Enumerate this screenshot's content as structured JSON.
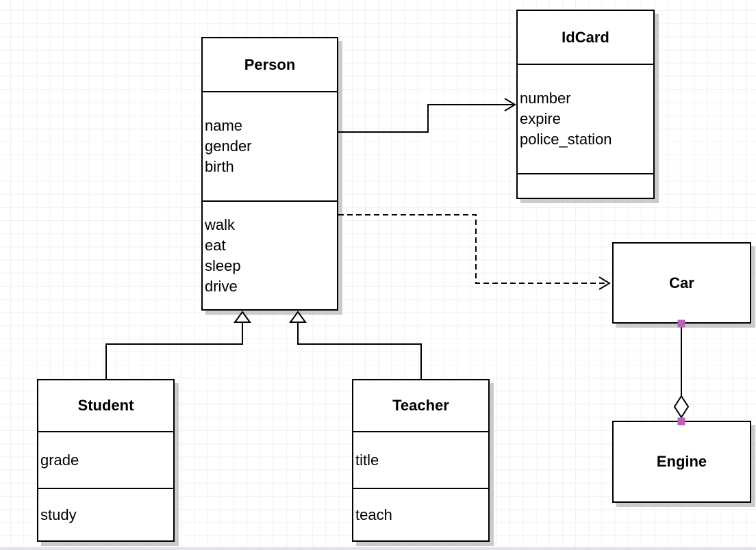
{
  "diagram": {
    "type": "uml-class-diagram",
    "classes": {
      "person": {
        "name": "Person",
        "attributes": [
          "name",
          "gender",
          "birth"
        ],
        "methods": [
          "walk",
          "eat",
          "sleep",
          "drive"
        ]
      },
      "idcard": {
        "name": "IdCard",
        "attributes": [
          "number",
          "expire",
          "police_station"
        ],
        "methods": []
      },
      "car": {
        "name": "Car",
        "attributes": [],
        "methods": []
      },
      "engine": {
        "name": "Engine",
        "attributes": [],
        "methods": []
      },
      "student": {
        "name": "Student",
        "attributes": [
          "grade"
        ],
        "methods": [
          "study"
        ]
      },
      "teacher": {
        "name": "Teacher",
        "attributes": [
          "title"
        ],
        "methods": [
          "teach"
        ]
      }
    },
    "relationships": [
      {
        "type": "association",
        "from": "Person",
        "to": "IdCard",
        "line": "solid",
        "arrowhead": "open"
      },
      {
        "type": "dependency",
        "from": "Person",
        "to": "Car",
        "line": "dashed",
        "arrowhead": "open"
      },
      {
        "type": "generalization",
        "from": "Student",
        "to": "Person",
        "line": "solid",
        "arrowhead": "hollow-triangle"
      },
      {
        "type": "generalization",
        "from": "Teacher",
        "to": "Person",
        "line": "solid",
        "arrowhead": "hollow-triangle"
      },
      {
        "type": "aggregation",
        "from": "Car",
        "to": "Engine",
        "line": "solid",
        "arrowhead": "hollow-diamond"
      }
    ],
    "colors": {
      "stroke": "#000000",
      "box_fill": "#ffffff",
      "box_shadow": "#cbcbcb",
      "connection_handle": "#b564b8",
      "grid_line": "#f1f1f5",
      "canvas_background": "#ffffff",
      "bottom_edge": "#dde3ea"
    }
  }
}
